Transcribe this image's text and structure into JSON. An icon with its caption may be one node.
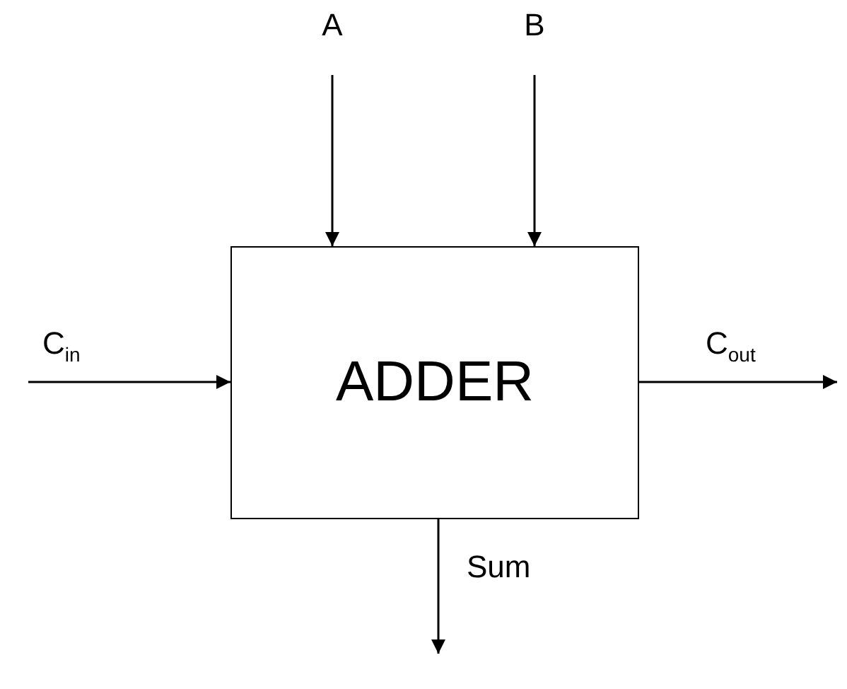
{
  "diagram": {
    "nodes": [
      {
        "text": [
          "A"
        ]
      },
      {
        "text": [
          "B"
        ]
      },
      {
        "text": [
          "ADDER"
        ]
      }
    ],
    "edges": [
      {
        "from": 0,
        "to": 2,
        "arrow": "to"
      },
      {
        "from": 1,
        "to": 2,
        "arrow": "to"
      },
      {
        "from": null,
        "to": 2,
        "arrow": "to",
        "label": "C$_{in}$"
      },
      {
        "from": 2,
        "to": null,
        "arrow": "to",
        "label": "C$_{out}$"
      },
      {
        "from": 2,
        "to": null,
        "arrow": "to",
        "label": "Sum"
      }
    ]
  }
}
